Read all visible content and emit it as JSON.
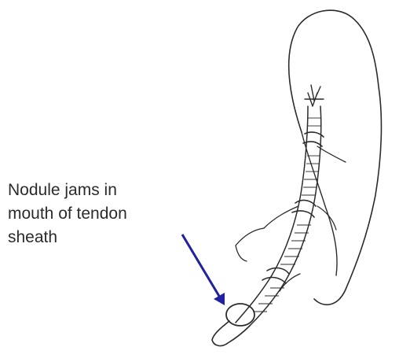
{
  "annotation": {
    "lines": [
      "Nodule jams in",
      "mouth of tendon",
      "sheath"
    ]
  },
  "colors": {
    "arrow": "#2020a0",
    "ink": "#2b2b2b",
    "background": "#ffffff"
  },
  "icons": {
    "pointer": "arrow-icon"
  }
}
